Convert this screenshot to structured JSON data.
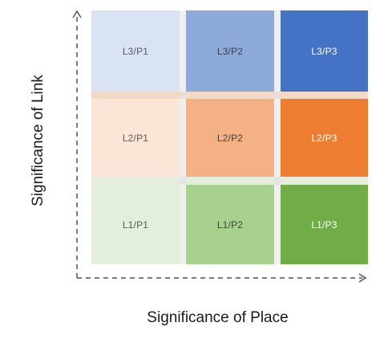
{
  "diagram": {
    "x_axis_label": "Significance of Place",
    "y_axis_label": "Significance of Link",
    "cells": [
      {
        "id": "l3p1",
        "label": "L3/P1",
        "row": 0,
        "col": 0,
        "color": "#dae3f3",
        "text_color": "#595959"
      },
      {
        "id": "l3p2",
        "label": "L3/P2",
        "row": 0,
        "col": 1,
        "color": "#8eaadb",
        "text_color": "#404040"
      },
      {
        "id": "l3p3",
        "label": "L3/P3",
        "row": 0,
        "col": 2,
        "color": "#4472c4",
        "text_color": "#ffffff"
      },
      {
        "id": "l2p1",
        "label": "L2/P1",
        "row": 1,
        "col": 0,
        "color": "#fbe5d6",
        "text_color": "#595959"
      },
      {
        "id": "l2p2",
        "label": "L2/P2",
        "row": 1,
        "col": 1,
        "color": "#f4b183",
        "text_color": "#404040"
      },
      {
        "id": "l2p3",
        "label": "L2/P3",
        "row": 1,
        "col": 2,
        "color": "#ed7d31",
        "text_color": "#ffffff"
      },
      {
        "id": "l1p1",
        "label": "L1/P1",
        "row": 2,
        "col": 0,
        "color": "#e2efda",
        "text_color": "#595959"
      },
      {
        "id": "l1p2",
        "label": "L1/P2",
        "row": 2,
        "col": 1,
        "color": "#a9d18e",
        "text_color": "#404040"
      },
      {
        "id": "l1p3",
        "label": "L1/P3",
        "row": 2,
        "col": 2,
        "color": "#70ad47",
        "text_color": "#ffffff"
      }
    ],
    "axis_color": "#44546a"
  }
}
